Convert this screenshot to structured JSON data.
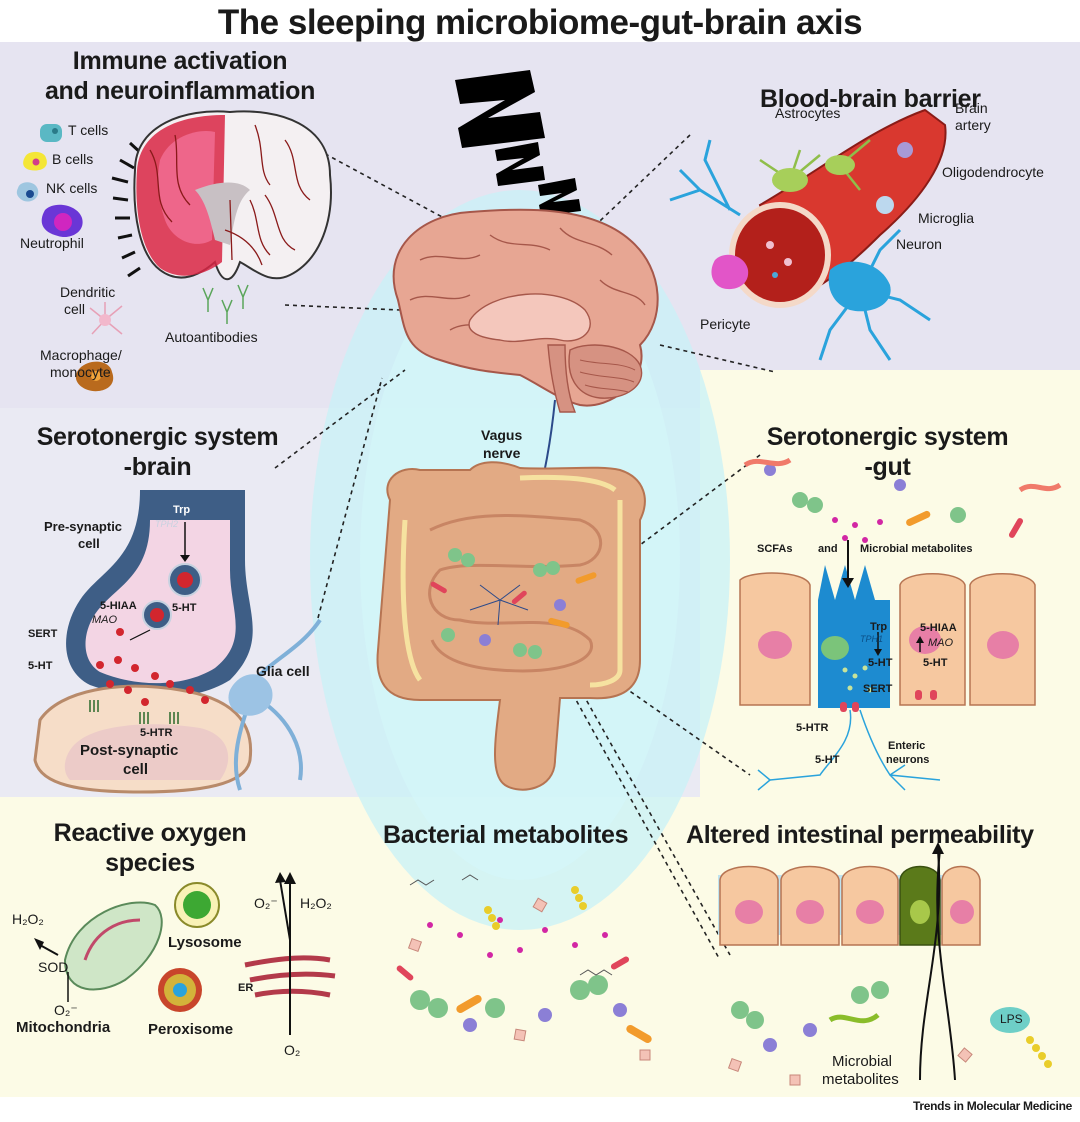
{
  "title": "The sleeping microbiome-gut-brain axis",
  "sleep_letters": [
    "Z",
    "z",
    "z"
  ],
  "panels": {
    "immune": {
      "title_line1": "Immune activation",
      "title_line2": "and neuroinflammation",
      "cells": [
        "T cells",
        "B cells",
        "NK cells",
        "Neutrophil",
        "Dendritic",
        "cell",
        "Macrophage/",
        "monocyte"
      ],
      "autoantibodies": "Autoantibodies"
    },
    "bbb": {
      "title": "Blood-brain barrier",
      "labels": [
        "Astrocytes",
        "Brain",
        "artery",
        "Oligodendrocyte",
        "Microglia",
        "Neuron",
        "Pericyte"
      ]
    },
    "sero_brain": {
      "title_line1": "Serotonergic system",
      "title_line2": "-brain",
      "labels": {
        "pre1": "Pre-synaptic",
        "pre2": "cell",
        "trp": "Trp",
        "tph2": "TPH2",
        "ht1": "5-HT",
        "hiaa": "5-HIAA",
        "mao": "MAO",
        "sert": "SERT",
        "ht2": "5-HT",
        "htr": "5-HTR",
        "glia": "Glia cell",
        "post1": "Post-synaptic",
        "post2": "cell"
      }
    },
    "center": {
      "vagus1": "Vagus",
      "vagus2": "nerve"
    },
    "sero_gut": {
      "title_line1": "Serotonergic system",
      "title_line2": "-gut",
      "labels": {
        "scfas": "SCFAs",
        "and": "and",
        "microbial": "Microbial metabolites",
        "trp": "Trp",
        "tph1": "TPH1",
        "ht1": "5-HT",
        "hiaa": "5-HIAA",
        "mao": "MAO",
        "ht2": "5-HT",
        "sert": "SERT",
        "htr": "5-HTR",
        "ht3": "5-HT",
        "enteric1": "Enteric",
        "enteric2": "neurons"
      }
    },
    "ros": {
      "title_line1": "Reactive oxygen",
      "title_line2": "species",
      "labels": {
        "h2o2_left": "H₂O₂",
        "sod": "SOD",
        "o2minus_left": "O₂⁻",
        "mito": "Mitochondria",
        "lyso": "Lysosome",
        "perox": "Peroxisome",
        "o2minus_er": "O₂⁻",
        "h2o2_er": "H₂O₂",
        "er": "ER",
        "o2": "O₂"
      }
    },
    "bacterial": {
      "title": "Bacterial metabolites"
    },
    "permeability": {
      "title": "Altered intestinal permeability",
      "lps": "LPS",
      "microbial1": "Microbial",
      "microbial2": "metabolites"
    }
  },
  "footer": "Trends in Molecular Medicine",
  "colors": {
    "panel_lavender": "#e6e4f1",
    "panel_cream": "#fcfbe6",
    "center_glow": "#c8f2f7",
    "brain": "#e7a693",
    "gut": "#e2aa84",
    "artery": "#d9382f",
    "neuron": "#2aa3dc",
    "presynaptic": "#3e5e86",
    "synapse_fill": "#f3d5e4",
    "vesicle": "#d2262e",
    "gut_cell": "#f6c8a0",
    "ec_cell": "#1d8bd0",
    "nucleus": "#e77fa6"
  }
}
